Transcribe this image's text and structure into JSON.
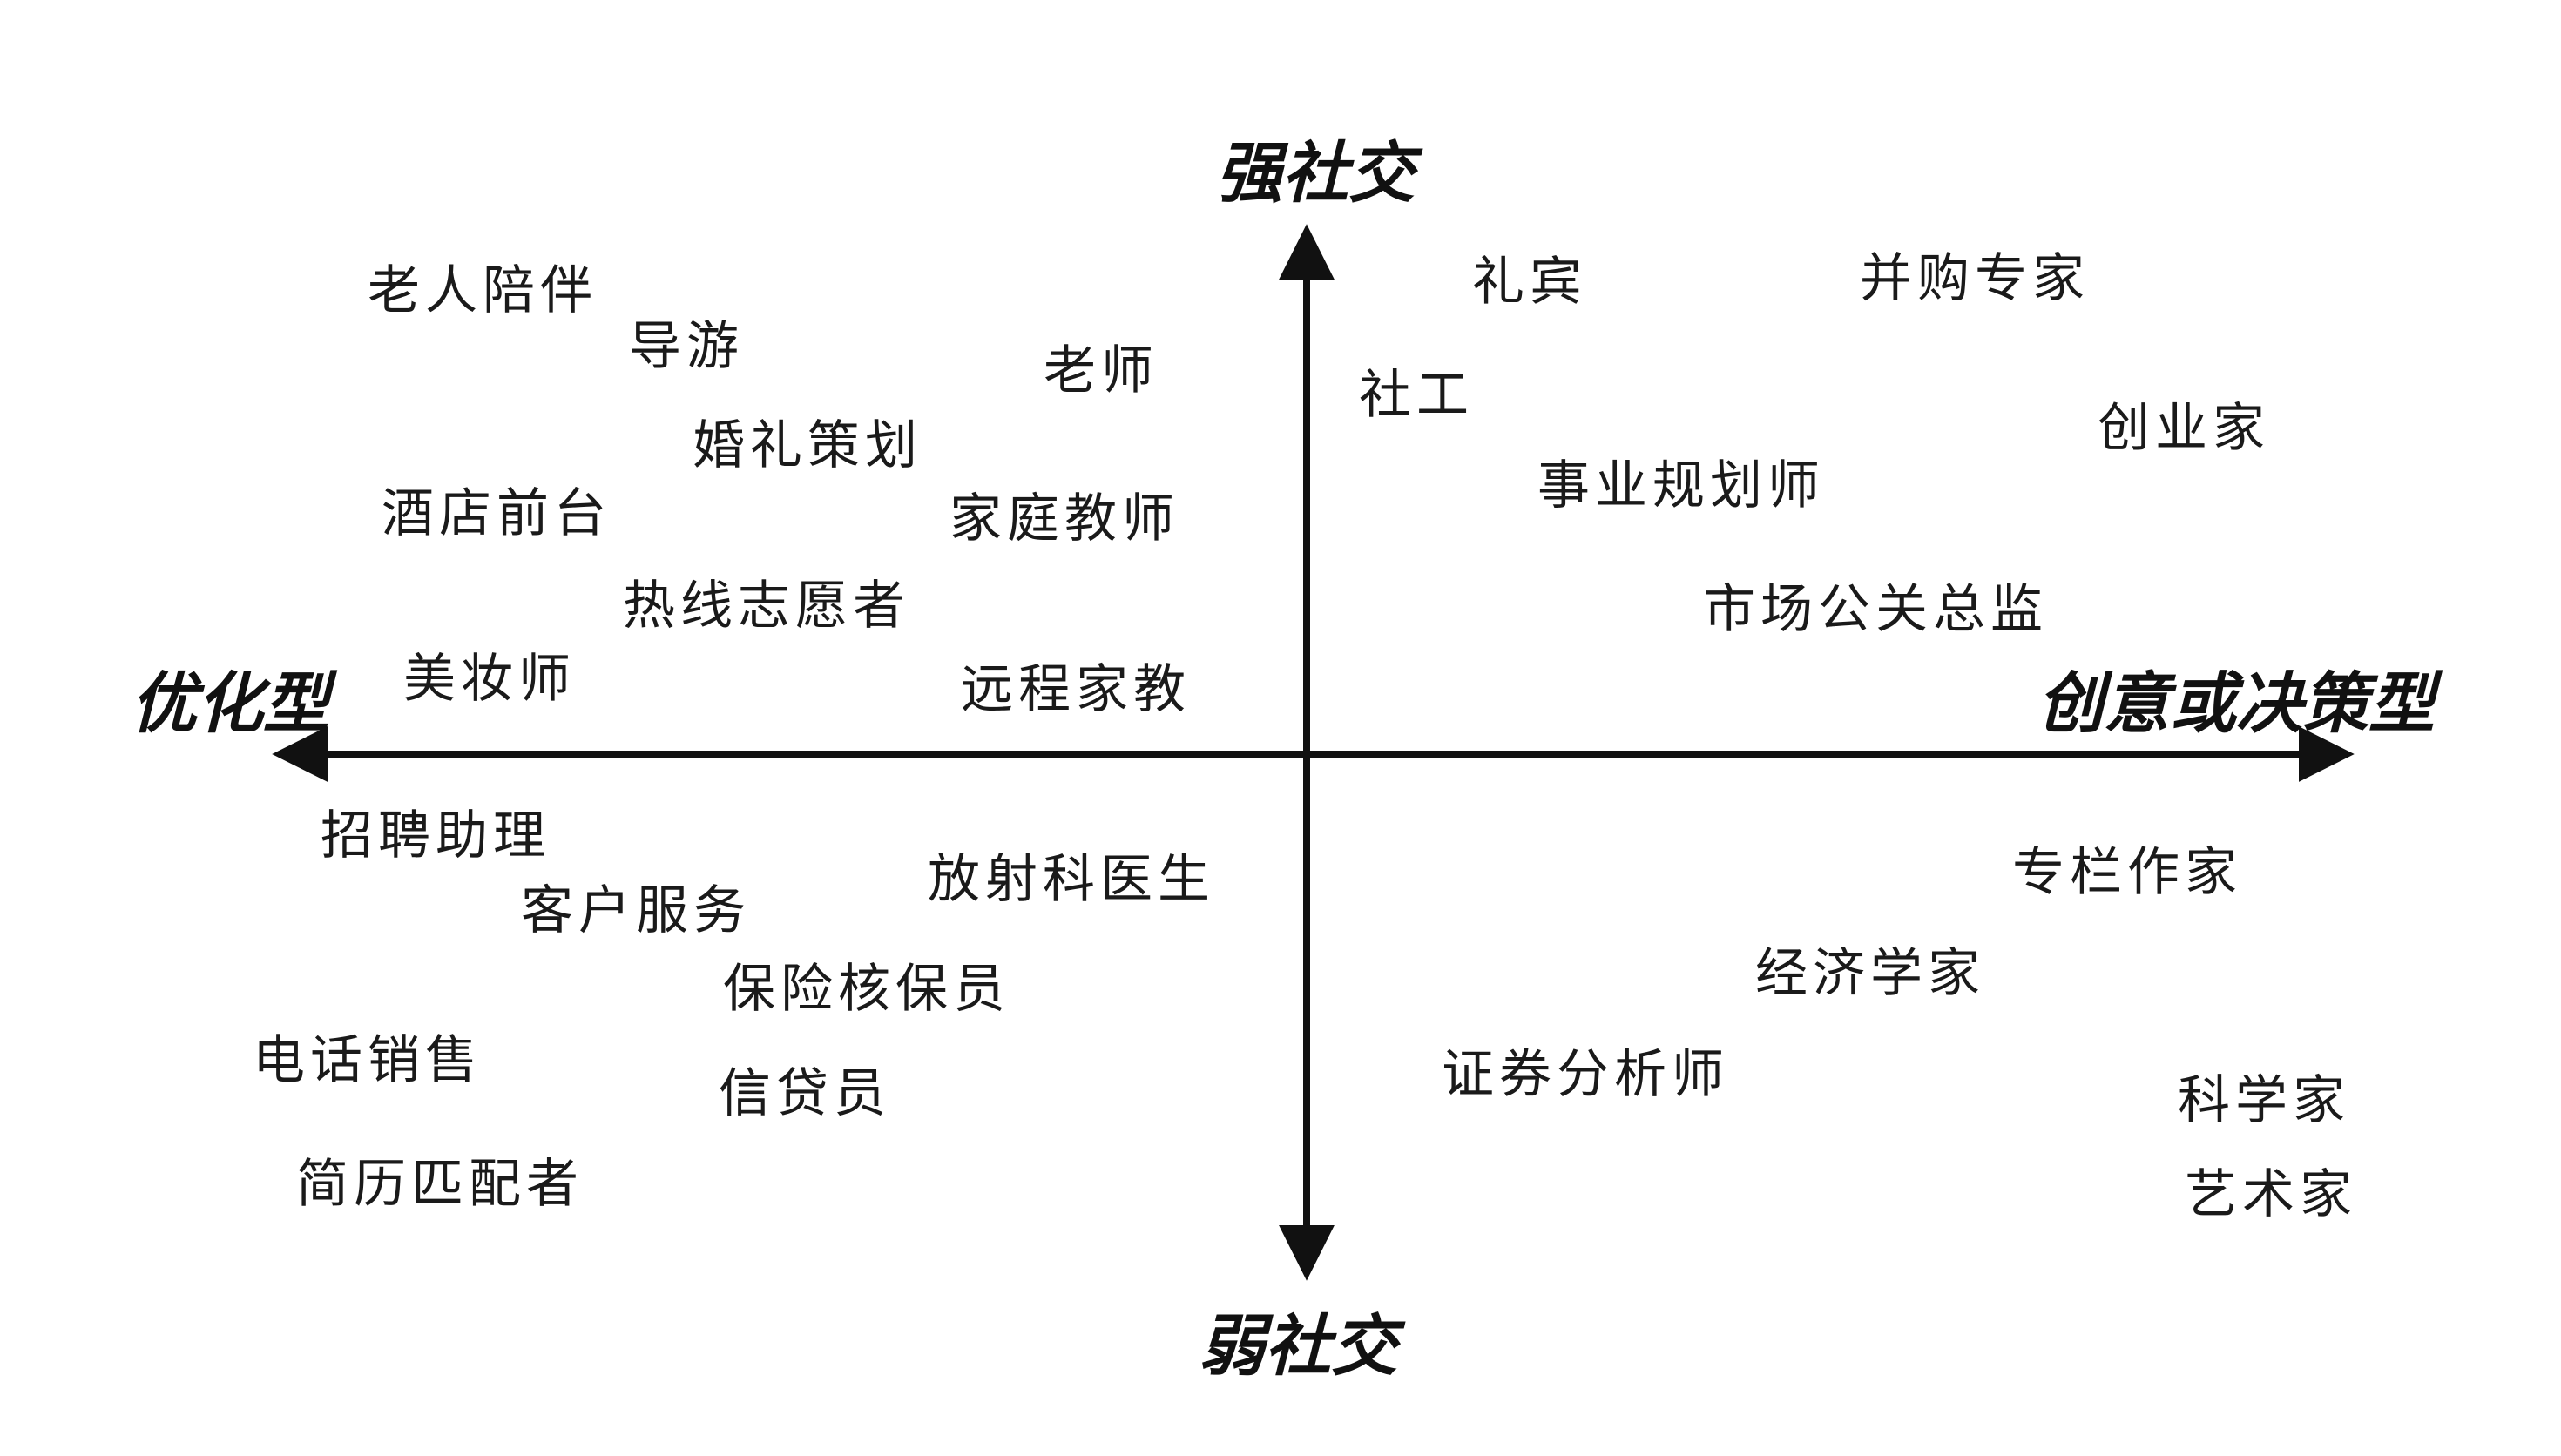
{
  "axes": {
    "top": "强社交",
    "bottom": "弱社交",
    "left": "优化型",
    "right": "创意或决策型"
  },
  "quadrants": {
    "top_left": {
      "items": [
        "老人陪伴",
        "导游",
        "老师",
        "婚礼策划",
        "酒店前台",
        "家庭教师",
        "热线志愿者",
        "美妆师",
        "远程家教"
      ]
    },
    "top_right": {
      "items": [
        "礼宾",
        "并购专家",
        "社工",
        "创业家",
        "事业规划师",
        "市场公关总监"
      ]
    },
    "bottom_left": {
      "items": [
        "招聘助理",
        "客户服务",
        "放射科医生",
        "保险核保员",
        "电话销售",
        "信贷员",
        "简历匹配者"
      ]
    },
    "bottom_right": {
      "items": [
        "专栏作家",
        "经济学家",
        "证券分析师",
        "科学家",
        "艺术家"
      ]
    }
  },
  "colors": {
    "axis": "#111111",
    "text": "#1a1a1a",
    "background": "#ffffff"
  }
}
